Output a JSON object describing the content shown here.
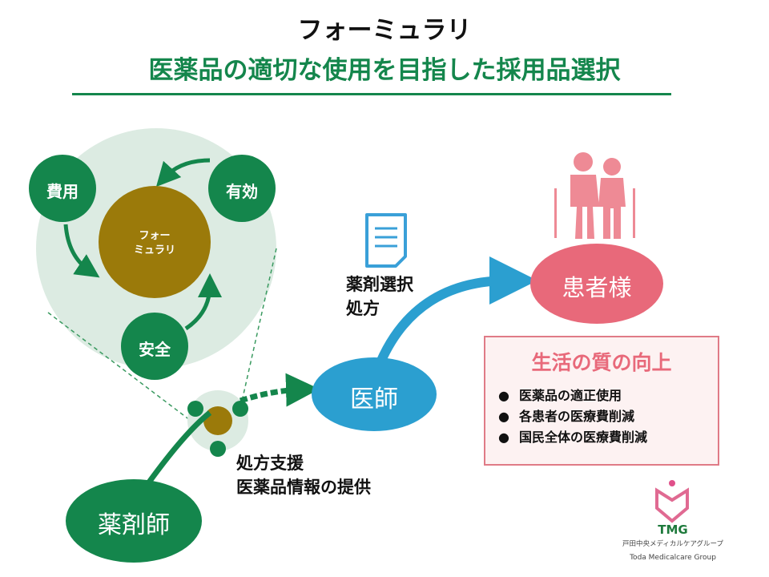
{
  "title": "フォーミュラリ",
  "subtitle": "医薬品の適切な使用を目指した採用品選択",
  "cycle": {
    "center": [
      "フォー",
      "ミュラリ"
    ],
    "nodes": [
      "費用",
      "有効",
      "安全"
    ]
  },
  "roles": {
    "pharmacist": "薬剤師",
    "doctor": "医師",
    "patient": "患者様"
  },
  "labels": {
    "pharmacist_to_doctor": [
      "処方支援",
      "医薬品情報の提供"
    ],
    "doctor_to_patient": [
      "薬剤選択",
      "処方"
    ]
  },
  "outcome": {
    "title": "生活の質の向上",
    "bullets": [
      "医薬品の適正使用",
      "各患者の医療費削減",
      "国民全体の医療費削減"
    ]
  },
  "logo": {
    "mark": "TMG",
    "name_jp": "戸田中央メディカルケアグループ",
    "name_en": "Toda Medicalcare Group"
  },
  "colors": {
    "green": "#14864c",
    "gold": "#9b7a0a",
    "blue": "#2b9fd0",
    "pink": "#e8697a"
  }
}
